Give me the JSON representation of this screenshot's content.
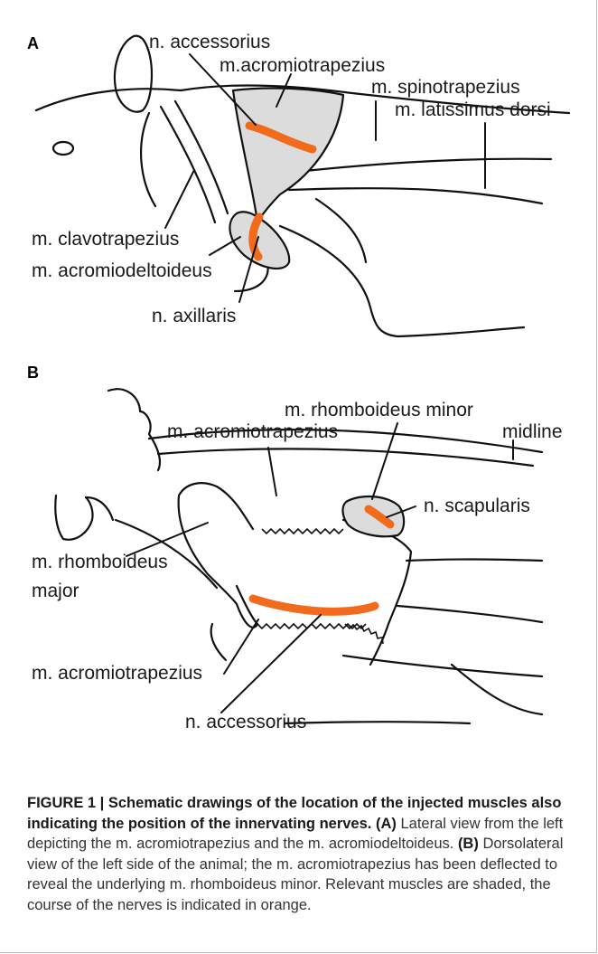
{
  "panelA": {
    "letter": "A",
    "labels": {
      "n_accessorius": "n. accessorius",
      "m_acromiotrapezius": "m.acromiotrapezius",
      "m_spinotrapezius": "m. spinotrapezius",
      "m_latissimus_dorsi": "m. latissimus dorsi",
      "m_clavotrapezius": "m. clavotrapezius",
      "m_acromiodeltoideus": "m. acromiodeltoideus",
      "n_axillaris": "n. axillaris"
    }
  },
  "panelB": {
    "letter": "B",
    "labels": {
      "m_rhomboideus_minor": "m. rhomboideus minor",
      "m_acromiotrapezius_top": "m. acromiotrapezius",
      "midline": "midline",
      "n_scapularis": "n. scapularis",
      "m_rhomboideus_major_1": "m. rhomboideus",
      "m_rhomboideus_major_2": "major",
      "m_acromiotrapezius_bottom": "m. acromiotrapezius",
      "n_accessorius": "n. accessorius"
    }
  },
  "colors": {
    "nerve": "#f26a1b",
    "shading": "#dcdcdc"
  },
  "caption": {
    "figure_label": "FIGURE 1 | Schematic drawings of the location of the injected muscles also indicating the position of the innervating nerves.",
    "a_marker": "(A)",
    "a_text": "Lateral view from the left depicting the m. acromiotrapezius and the m. acromiodeltoideus.",
    "b_marker": "(B)",
    "b_text": "Dorsolateral view of the left side of the animal; the m. acromiotrapezius has been deflected to reveal the underlying m. rhomboideus minor. Relevant muscles are shaded, the course of the nerves is indicated in orange."
  }
}
